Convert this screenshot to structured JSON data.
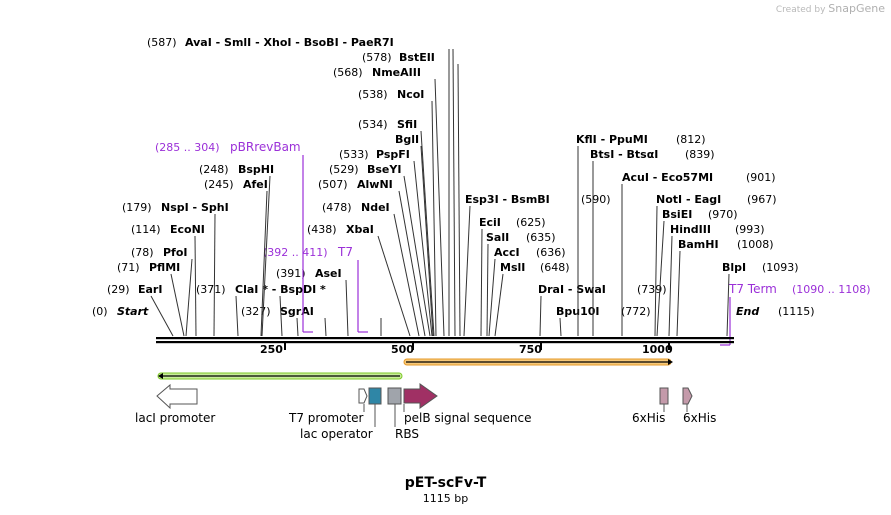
{
  "watermark": {
    "prefix": "Created by",
    "brand": "SnapGene"
  },
  "title": "pET-scFv-T",
  "subtitle": "1115 bp",
  "map": {
    "start_label": "Start",
    "start_pos": "(0)",
    "end_label": "End",
    "end_pos": "(1115)",
    "ticks": [
      "250",
      "500",
      "750",
      "1000"
    ],
    "colors": {
      "green_strand": "#7ec828",
      "orange_strand": "#f0a030",
      "primer": "#9b30d8",
      "t7_promoter": "#ffffff",
      "lac_operator": "#2f86a6",
      "rbs": "#a0a4ab",
      "pelb": "#a03064",
      "his": "#c49aaa"
    }
  },
  "enzymes_left": [
    {
      "pos": "(587)",
      "names": "AvaI  -  SmlI  -  XhoI  -  BsoBI  -  PaeR7I"
    },
    {
      "pos": "(578)",
      "names": "BstEII"
    },
    {
      "pos": "(568)",
      "names": "NmeAIII"
    },
    {
      "pos": "(538)",
      "names": "NcoI"
    },
    {
      "pos": "(534)",
      "names": "SfiI"
    },
    {
      "pos": "",
      "names": "BglI"
    },
    {
      "pos": "(533)",
      "names": "PspFI"
    },
    {
      "pos": "(529)",
      "names": "BseYI"
    },
    {
      "pos": "(507)",
      "names": "AlwNI"
    },
    {
      "pos": "(478)",
      "names": "NdeI"
    },
    {
      "pos": "(438)",
      "names": "XbaI"
    },
    {
      "pos": "(391)",
      "names": "AseI"
    },
    {
      "pos": "(248)",
      "names": "BspHI"
    },
    {
      "pos": "(245)",
      "names": "AfeI"
    },
    {
      "pos": "(179)",
      "names": "NspI  -  SphI"
    },
    {
      "pos": "(114)",
      "names": "EcoNI"
    },
    {
      "pos": "(78)",
      "names": "PfoI"
    },
    {
      "pos": "(71)",
      "names": "PflMI"
    },
    {
      "pos": "(29)",
      "names": "EarI"
    },
    {
      "pos": "(371)",
      "names": "ClaI *  -  BspDI *"
    },
    {
      "pos": "(327)",
      "names": "SgrAI"
    }
  ],
  "enzymes_right": [
    {
      "pos": "(590)",
      "names": "Esp3I  -  BsmBI"
    },
    {
      "pos": "(625)",
      "names": "EciI"
    },
    {
      "pos": "(635)",
      "names": "SalI"
    },
    {
      "pos": "(636)",
      "names": "AccI"
    },
    {
      "pos": "(648)",
      "names": "MslI"
    },
    {
      "pos": "",
      "names": "DraI  -  SwaI"
    },
    {
      "pos": "(772)",
      "names": "Bpu10I"
    },
    {
      "pos": "(812)",
      "names": "KflI  -  PpuMI"
    },
    {
      "pos": "(839)",
      "names": "BtsI  -  BtsαI"
    },
    {
      "pos": "(901)",
      "names": "AcuI  -  Eco57MI"
    },
    {
      "pos": "(739)",
      "names": ""
    },
    {
      "pos": "(967)",
      "names": "NotI  -  EagI"
    },
    {
      "pos": "(970)",
      "names": "BsiEI"
    },
    {
      "pos": "(993)",
      "names": "HindIII"
    },
    {
      "pos": "(1008)",
      "names": "BamHI"
    },
    {
      "pos": "(1093)",
      "names": "BlpI"
    }
  ],
  "primers": [
    {
      "range": "(285 .. 304)",
      "name": "pBRrevBam"
    },
    {
      "range": "(392 .. 411)",
      "name": "T7"
    },
    {
      "range": "(1090 .. 1108)",
      "name": "T7 Term"
    }
  ],
  "features": [
    {
      "name": "lacI promoter"
    },
    {
      "name": "T7 promoter"
    },
    {
      "name": "lac operator"
    },
    {
      "name": "RBS"
    },
    {
      "name": "pelB signal sequence"
    },
    {
      "name": "6xHis"
    },
    {
      "name": "6xHis"
    }
  ]
}
